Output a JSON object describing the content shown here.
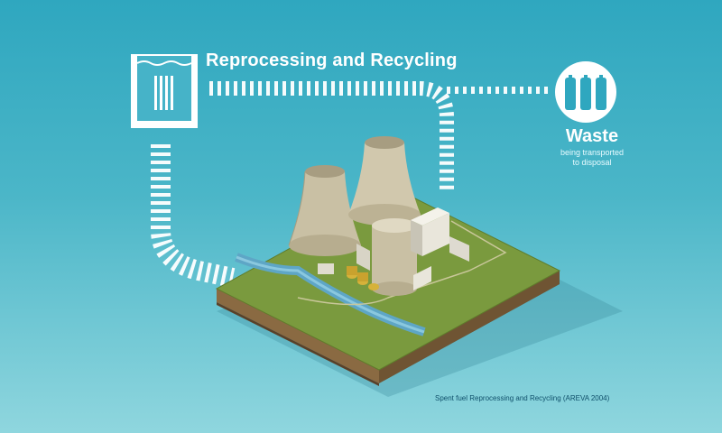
{
  "diagram": {
    "title": "Reprocessing and Recycling",
    "waste_label": "Waste",
    "waste_sublabel_line1": "being transported",
    "waste_sublabel_line2": "to disposal",
    "caption": "Spent fuel Reprocessing and Recycling (AREVA 2004)"
  },
  "icons": {
    "pool": "spent-fuel-pool-icon",
    "waste": "waste-canisters-icon",
    "plant": "nuclear-power-plant-illustration"
  },
  "colors": {
    "background_top": "#2fa7bf",
    "background_bottom": "#8fd6de",
    "text": "#ffffff",
    "caption": "#0f4f6a",
    "grass": "#7a9a3e",
    "soil": "#8a6a42",
    "tower": "#c9c0a4",
    "river": "#5ea6c6"
  }
}
